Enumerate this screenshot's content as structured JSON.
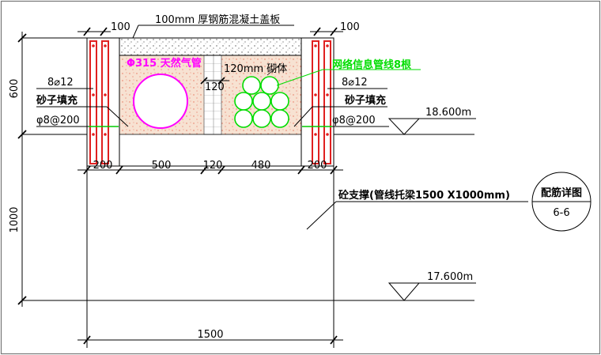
{
  "labels": {
    "cover_slab": "100mm 厚钢筋混凝土盖板",
    "cover_left": "100",
    "cover_right": "100",
    "gas_pipe": "Φ315 天然气管",
    "masonry": "120mm 砌体",
    "masonry_width_top": "120",
    "network_pipe": "网络信息管线8根",
    "rebar_left": "8⌀12",
    "rebar_right": "8⌀12",
    "sand_left": "砂子填充",
    "sand_right": "砂子填充",
    "stirrup_left": "φ8@200",
    "stirrup_right": "φ8@200",
    "elevation_top": "18.600m",
    "elevation_bottom": "17.600m",
    "support": "砼支撑(管线托梁1500 X1000mm)",
    "detail_title": "配筋详图",
    "detail_no": "6-6"
  },
  "dimensions": {
    "height_upper": "600",
    "height_lower": "1000",
    "widths": [
      "200",
      "500",
      "120",
      "480",
      "200"
    ],
    "total_width": "1500"
  },
  "colors": {
    "wall": "#e02020",
    "gas_pipe": "#ff00ff",
    "network_pipe": "#00dd00",
    "sand": "#f7e2d2",
    "sand_dots": "#e8705a",
    "stirrup": "#00cc00",
    "frame": "#777777"
  }
}
